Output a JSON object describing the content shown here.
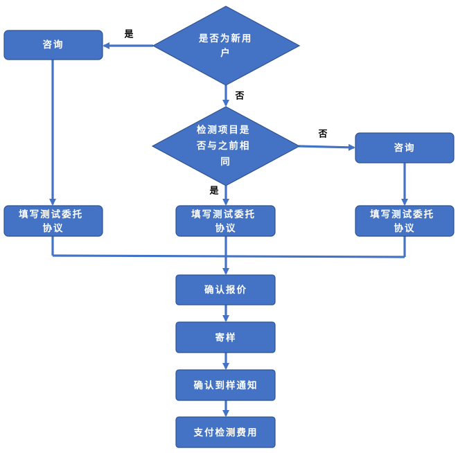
{
  "nodes": {
    "new_user": {
      "lines": [
        "是否为新用",
        "户"
      ]
    },
    "consult_left": {
      "lines": [
        "咨询"
      ]
    },
    "same_items": {
      "lines": [
        "检测项目是",
        "否与之前相",
        "同"
      ]
    },
    "consult_right": {
      "lines": [
        "咨询"
      ]
    },
    "form_left": {
      "lines": [
        "填写测试委托",
        "协议"
      ]
    },
    "form_middle": {
      "lines": [
        "填写测试委托",
        "协议"
      ]
    },
    "form_right": {
      "lines": [
        "填写测试委托",
        "协议"
      ]
    },
    "confirm_quote": {
      "lines": [
        "确认报价"
      ]
    },
    "send_sample": {
      "lines": [
        "寄样"
      ]
    },
    "confirm_arrival": {
      "lines": [
        "确认到样通知"
      ]
    },
    "pay_fee": {
      "lines": [
        "支付检测费用"
      ]
    }
  },
  "edge_labels": {
    "new_user_yes": "是",
    "new_user_no": "否",
    "same_items_no": "否",
    "same_items_yes": "是"
  },
  "colors": {
    "node_fill": "#4472c4",
    "node_border": "#2f528f",
    "edge": "#4472c4",
    "node_text": "#ffffff",
    "label_text": "#000000"
  }
}
